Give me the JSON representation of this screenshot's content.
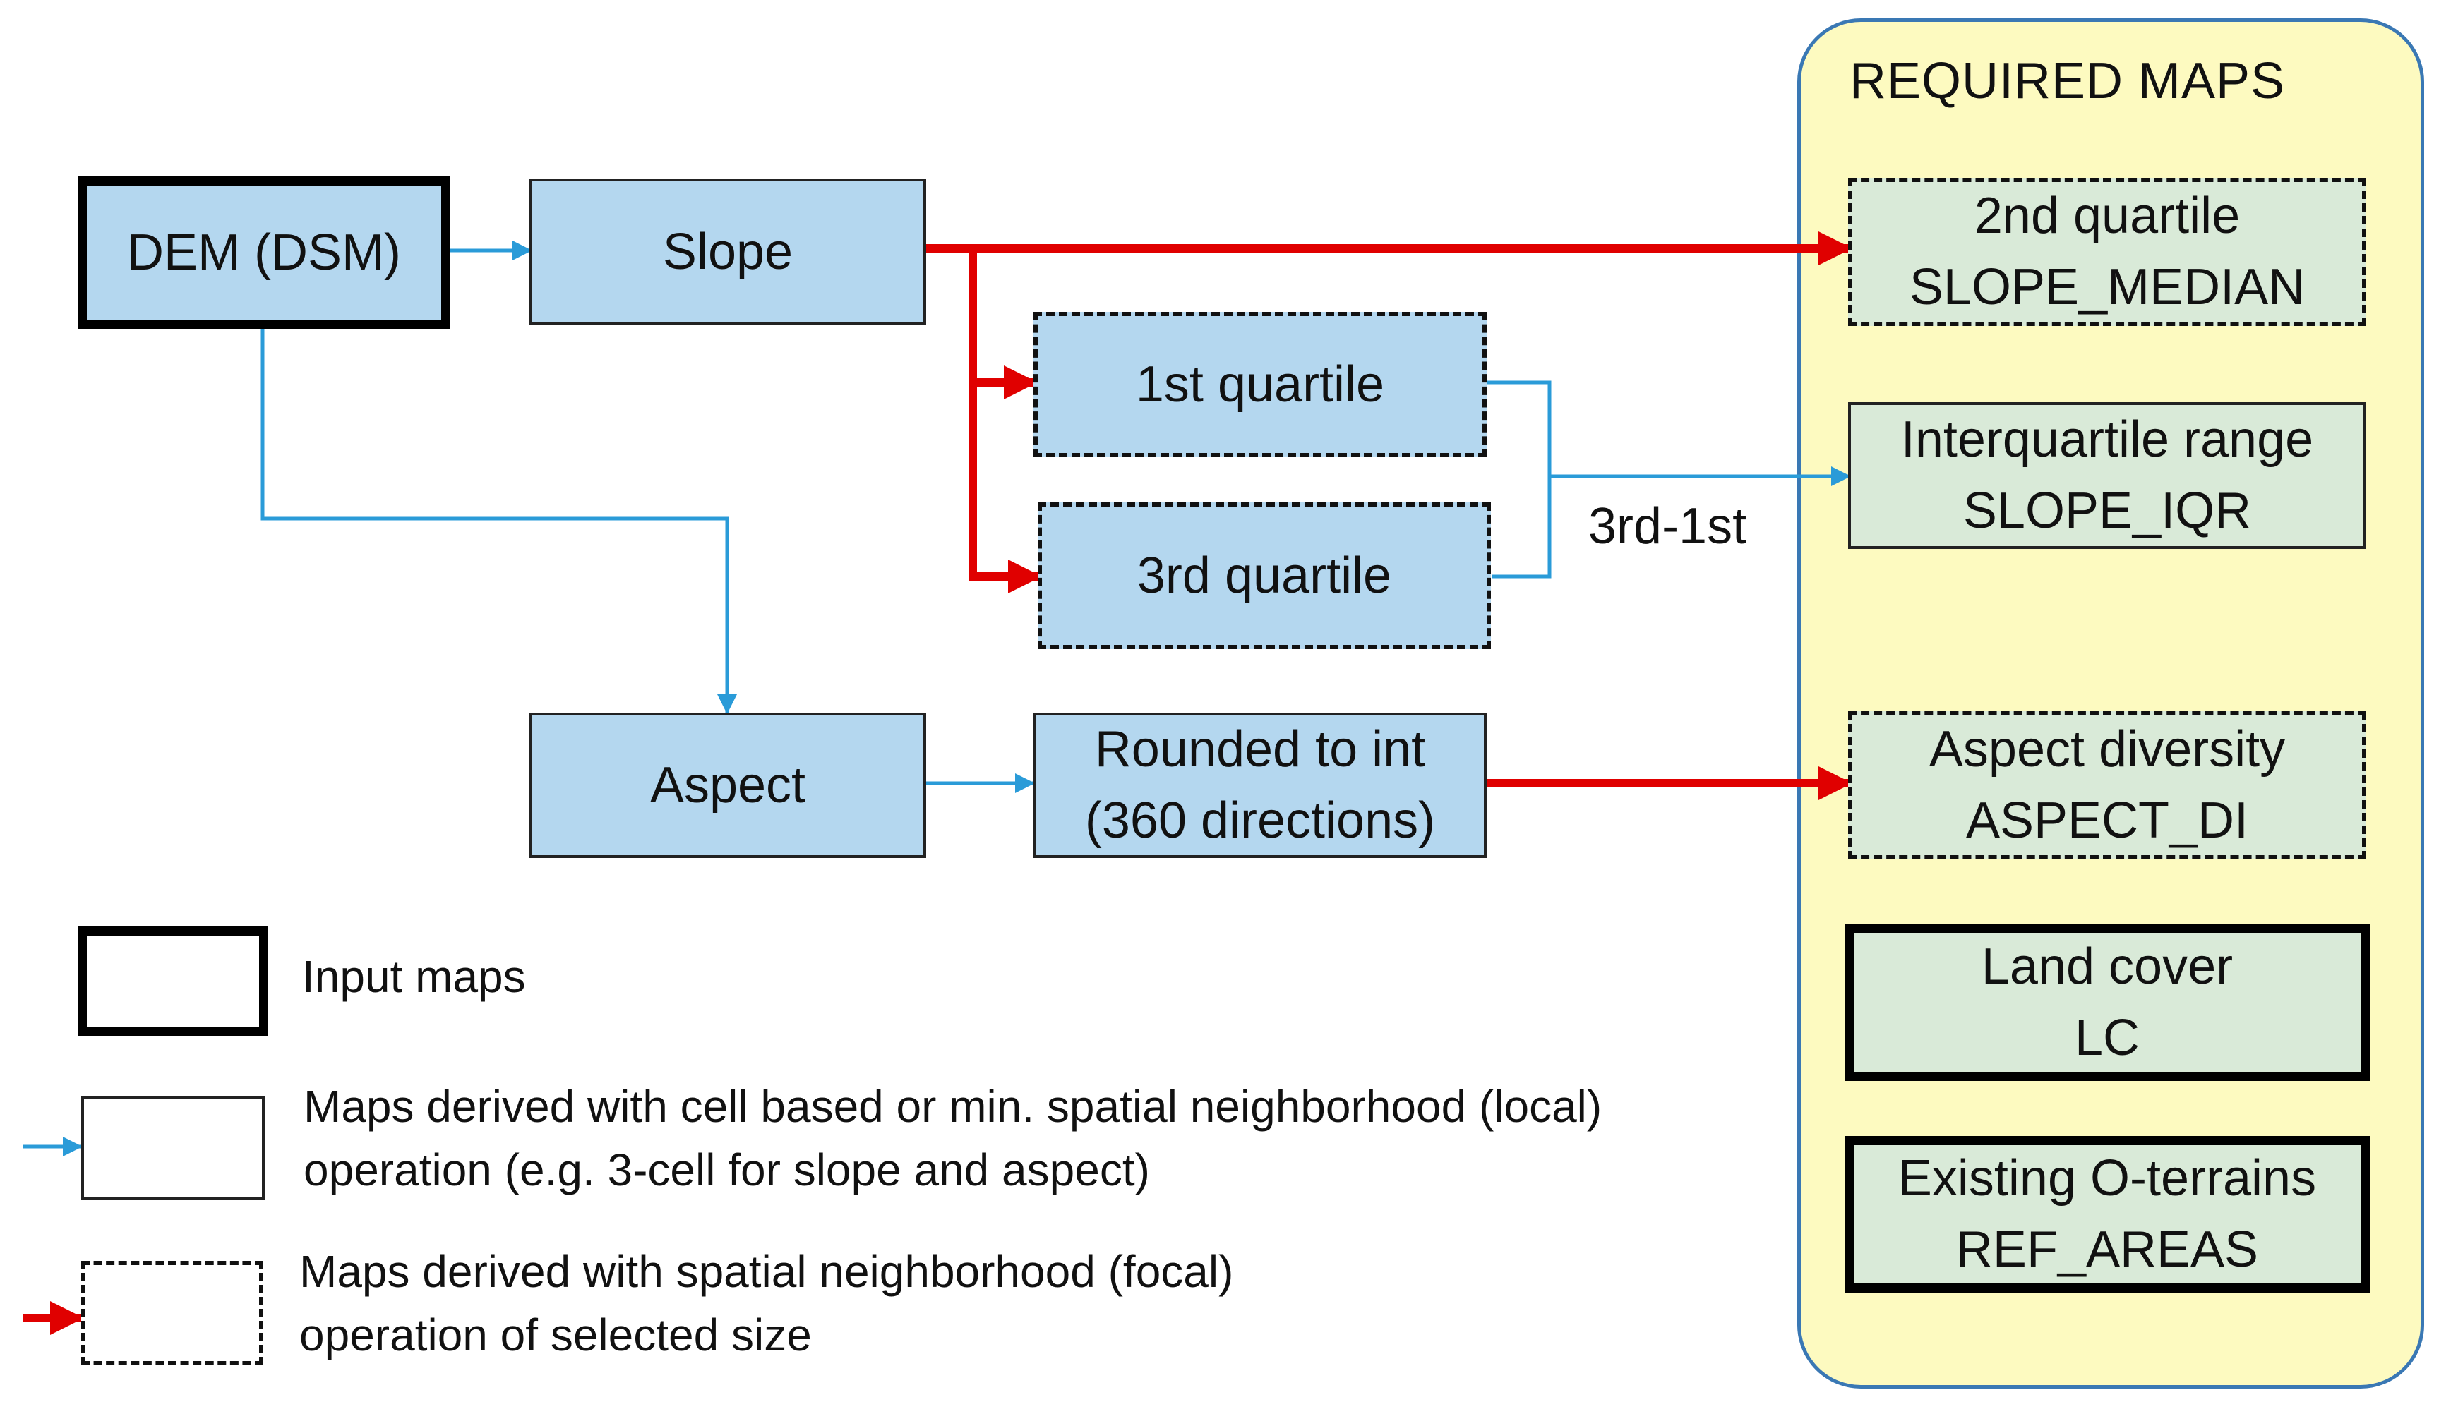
{
  "panel": {
    "title": "REQUIRED MAPS"
  },
  "nodes": {
    "dem": {
      "label": "DEM (DSM)"
    },
    "slope": {
      "label": "Slope"
    },
    "q1": {
      "label": "1st quartile"
    },
    "q3": {
      "label": "3rd quartile"
    },
    "aspect": {
      "label": "Aspect"
    },
    "rounded": {
      "line1": "Rounded to int",
      "line2": "(360 directions)"
    }
  },
  "edge_labels": {
    "iqr": "3rd-1st"
  },
  "required": {
    "median": {
      "line1": "2nd quartile",
      "line2": "SLOPE_MEDIAN"
    },
    "iqr": {
      "line1": "Interquartile range",
      "line2": "SLOPE_IQR"
    },
    "aspect_di": {
      "line1": "Aspect diversity",
      "line2": "ASPECT_DI"
    },
    "lc": {
      "line1": "Land cover",
      "line2": "LC"
    },
    "ref": {
      "line1": "Existing O-terrains",
      "line2": "REF_AREAS"
    }
  },
  "legend": {
    "input": "Input maps",
    "local_line1": "Maps derived with cell based or min. spatial neighborhood (local)",
    "local_line2": "operation (e.g. 3-cell for slope and aspect)",
    "focal_line1": "Maps derived with spatial neighborhood (focal)",
    "focal_line2": "operation of selected size"
  },
  "colors": {
    "node_fill": "#b4d7ef",
    "required_fill": "#d9ead8",
    "panel_fill": "#fdfac0",
    "panel_border": "#3a78b4",
    "local_arrow": "#2a9bd8",
    "focal_arrow": "#e00000"
  }
}
